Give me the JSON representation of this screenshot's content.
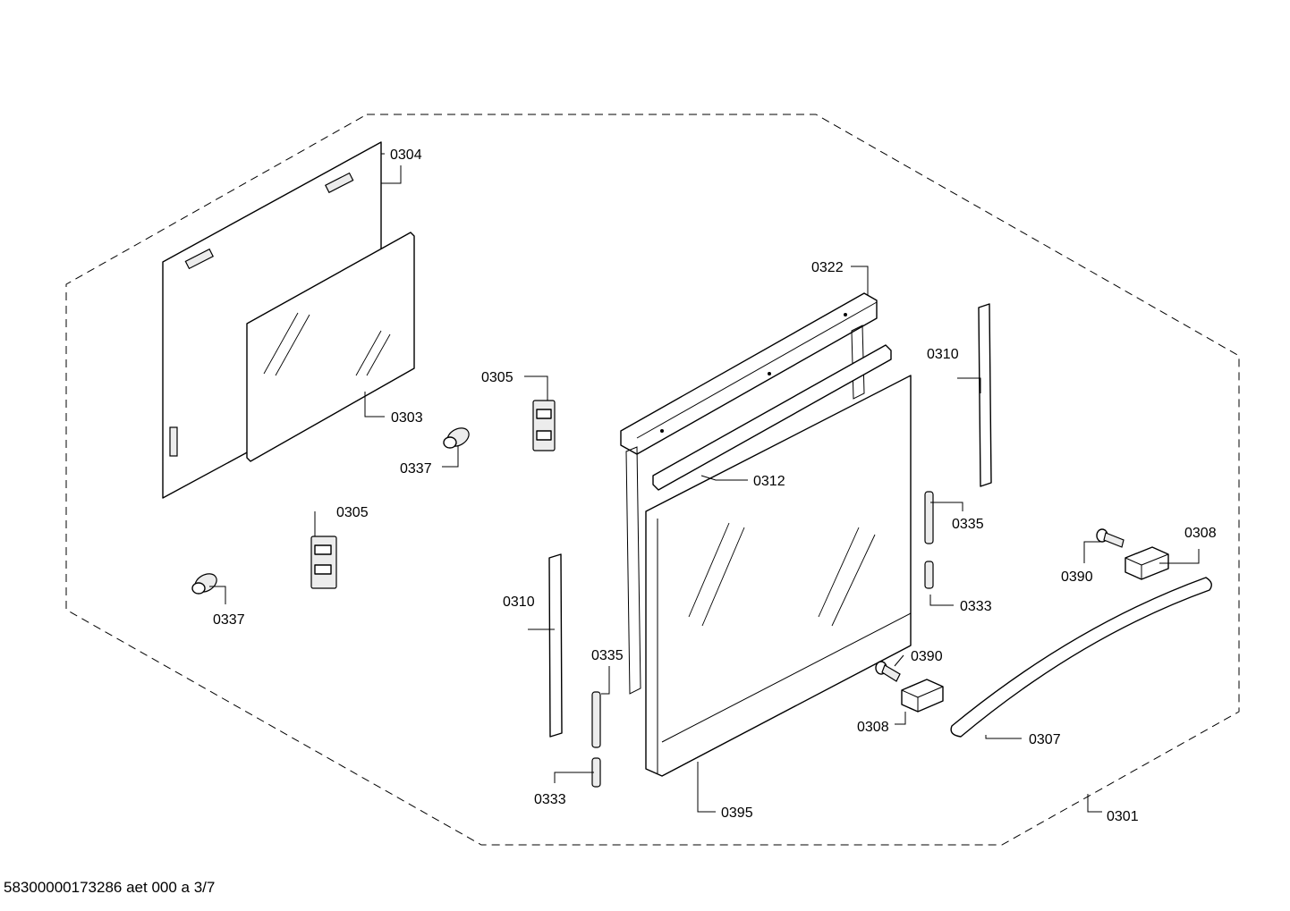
{
  "document_id": "58300000173286 aet 000 a 3/7",
  "parts": [
    {
      "id": "p0304",
      "number": "0304"
    },
    {
      "id": "p0303",
      "number": "0303"
    },
    {
      "id": "p0305a",
      "number": "0305"
    },
    {
      "id": "p0337a",
      "number": "0337"
    },
    {
      "id": "p0305b",
      "number": "0305"
    },
    {
      "id": "p0337b",
      "number": "0337"
    },
    {
      "id": "p0322",
      "number": "0322"
    },
    {
      "id": "p0312",
      "number": "0312"
    },
    {
      "id": "p0310a",
      "number": "0310"
    },
    {
      "id": "p0310b",
      "number": "0310"
    },
    {
      "id": "p0335a",
      "number": "0335"
    },
    {
      "id": "p0333a",
      "number": "0333"
    },
    {
      "id": "p0335b",
      "number": "0335"
    },
    {
      "id": "p0333b",
      "number": "0333"
    },
    {
      "id": "p0390a",
      "number": "0390"
    },
    {
      "id": "p0308a",
      "number": "0308"
    },
    {
      "id": "p0390b",
      "number": "0390"
    },
    {
      "id": "p0308b",
      "number": "0308"
    },
    {
      "id": "p0307",
      "number": "0307"
    },
    {
      "id": "p0395",
      "number": "0395"
    },
    {
      "id": "p0301",
      "number": "0301"
    }
  ]
}
